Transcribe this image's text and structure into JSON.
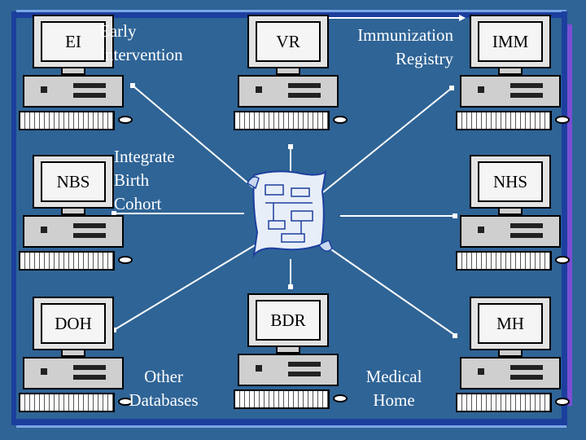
{
  "colors": {
    "background": "#2f6496",
    "frame_blue": "#1c3f9e",
    "frame_light": "#7aa6e6",
    "purple": "#7a4fd4",
    "text": "#ffffff"
  },
  "computers": {
    "ei": "EI",
    "vr": "VR",
    "imm": "IMM",
    "nbs": "NBS",
    "nhs": "NHS",
    "doh": "DOH",
    "bdr": "BDR",
    "mh": "MH"
  },
  "labels": {
    "early_intervention_1": "Early",
    "early_intervention_2": "Intervention",
    "immunization_1": "Immunization",
    "immunization_2": "Registry",
    "integrate_1": "Integrate",
    "integrate_2": "Birth",
    "integrate_3": "Cohort",
    "other_1": "Other",
    "other_2": "Databases",
    "medical_1": "Medical",
    "medical_2": "Home"
  },
  "icons": {
    "computer": "computer-icon",
    "document": "scroll-document-icon"
  }
}
